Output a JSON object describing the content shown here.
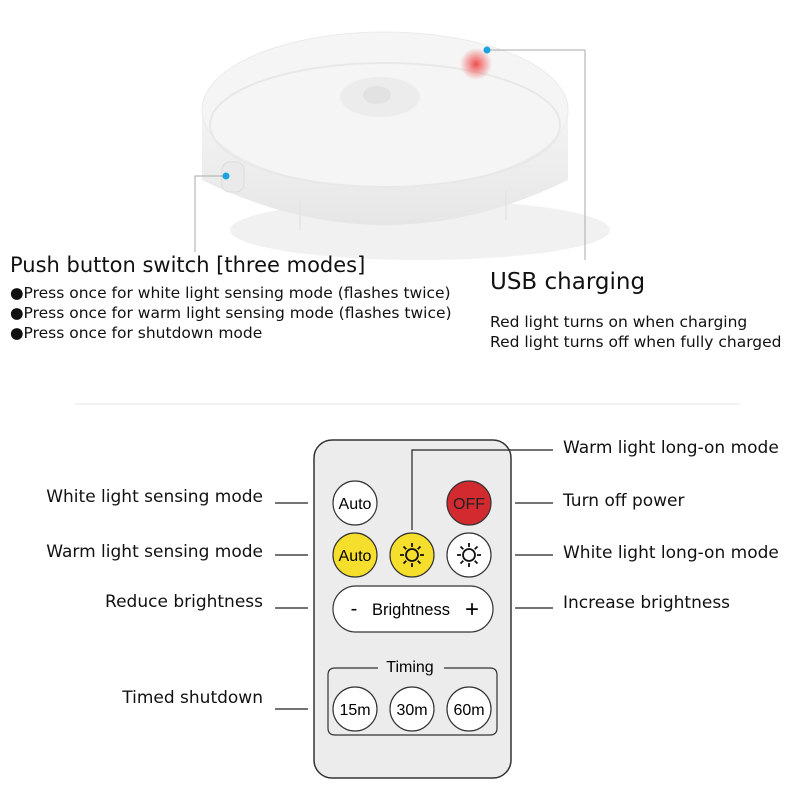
{
  "product": {
    "switch": {
      "title": "Push button switch [three modes]",
      "bullets": [
        "●Press once for white light sensing mode (flashes twice)",
        "●Press once for warm light sensing mode (flashes twice)",
        "●Press once for shutdown mode"
      ]
    },
    "usb": {
      "title": "USB charging",
      "lines": [
        "Red light turns on when charging",
        "Red light turns off when fully charged"
      ]
    }
  },
  "remote": {
    "buttons": {
      "auto_white": "Auto",
      "off": "OFF",
      "auto_warm": "Auto",
      "brightness": "Brightness",
      "minus": "-",
      "plus": "+",
      "timing": "Timing",
      "t15": "15m",
      "t30": "30m",
      "t60": "60m"
    },
    "labels_left": [
      "White light sensing mode",
      "Warm light sensing mode",
      "Reduce brightness",
      "Timed shutdown"
    ],
    "labels_right": [
      "Warm light long-on mode",
      "Turn off power",
      "White light long-on mode",
      "Increase brightness"
    ],
    "colors": {
      "yellow": "#f6df2c",
      "red": "#d22a2e",
      "body": "#ececec"
    }
  }
}
